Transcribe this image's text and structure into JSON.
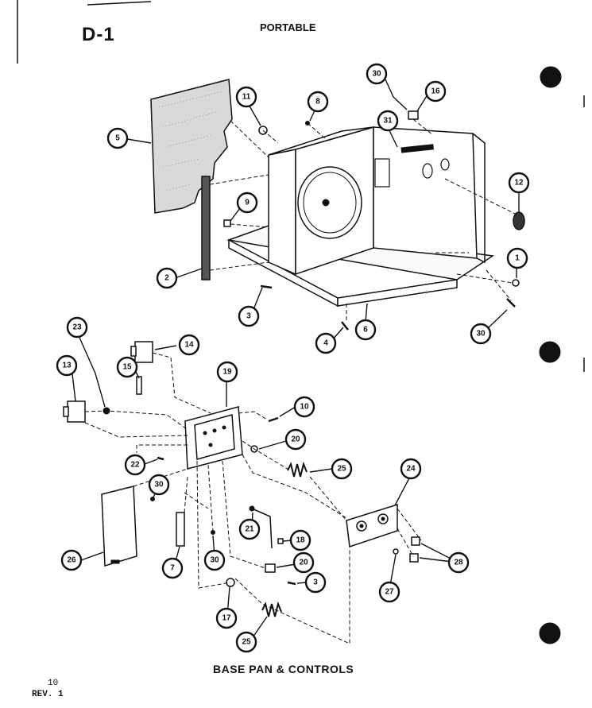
{
  "header": {
    "sheet_id": "D-1",
    "title": "PORTABLE"
  },
  "caption": "BASE PAN & CONTROLS",
  "footer": {
    "page_number": "10",
    "revision": "REV. 1"
  },
  "callouts": [
    {
      "id": "c30a",
      "label": "30"
    },
    {
      "id": "c16",
      "label": "16"
    },
    {
      "id": "c11",
      "label": "11"
    },
    {
      "id": "c8",
      "label": "8"
    },
    {
      "id": "c5",
      "label": "5"
    },
    {
      "id": "c31",
      "label": "31"
    },
    {
      "id": "c12",
      "label": "12"
    },
    {
      "id": "c9",
      "label": "9"
    },
    {
      "id": "c1",
      "label": "1"
    },
    {
      "id": "c2",
      "label": "2"
    },
    {
      "id": "c3a",
      "label": "3"
    },
    {
      "id": "c4",
      "label": "4"
    },
    {
      "id": "c6",
      "label": "6"
    },
    {
      "id": "c30b",
      "label": "30"
    },
    {
      "id": "c23",
      "label": "23"
    },
    {
      "id": "c14",
      "label": "14"
    },
    {
      "id": "c13",
      "label": "13"
    },
    {
      "id": "c15",
      "label": "15"
    },
    {
      "id": "c19",
      "label": "19"
    },
    {
      "id": "c10",
      "label": "10"
    },
    {
      "id": "c20a",
      "label": "20"
    },
    {
      "id": "c22",
      "label": "22"
    },
    {
      "id": "c25a",
      "label": "25"
    },
    {
      "id": "c24",
      "label": "24"
    },
    {
      "id": "c30c",
      "label": "30"
    },
    {
      "id": "c26",
      "label": "26"
    },
    {
      "id": "c7",
      "label": "7"
    },
    {
      "id": "c21",
      "label": "21"
    },
    {
      "id": "c18",
      "label": "18"
    },
    {
      "id": "c30d",
      "label": "30"
    },
    {
      "id": "c20b",
      "label": "20"
    },
    {
      "id": "c3b",
      "label": "3"
    },
    {
      "id": "c28",
      "label": "28"
    },
    {
      "id": "c27",
      "label": "27"
    },
    {
      "id": "c17",
      "label": "17"
    },
    {
      "id": "c25b",
      "label": "25"
    }
  ]
}
